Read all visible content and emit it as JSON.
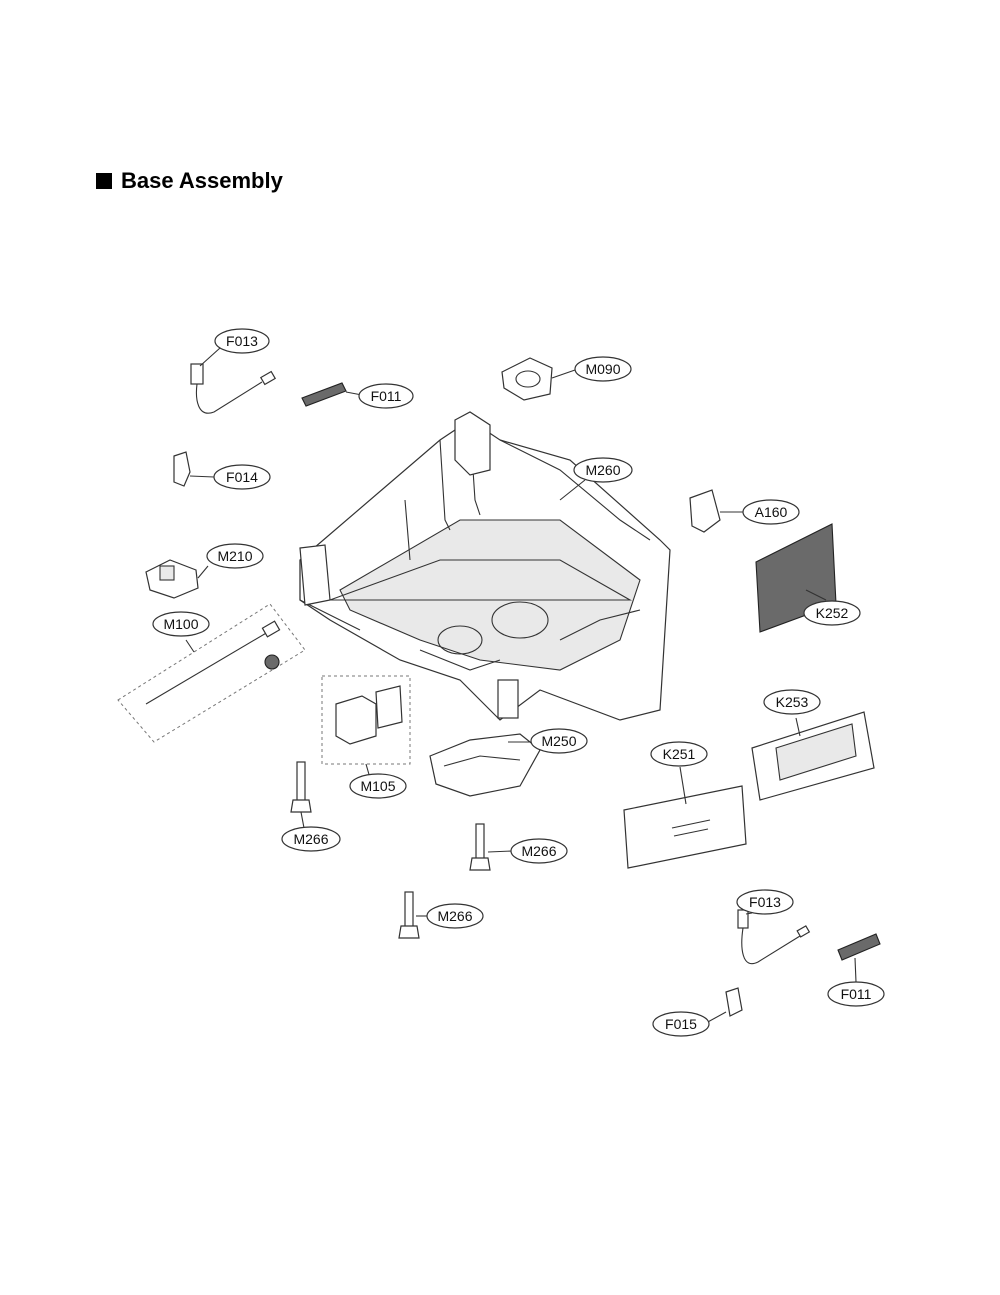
{
  "heading": {
    "title": "Base Assembly",
    "bullet_icon": "square-bullet-icon"
  },
  "callouts": [
    {
      "id": "f013-top",
      "label": "F013"
    },
    {
      "id": "f011-top",
      "label": "F011"
    },
    {
      "id": "m090",
      "label": "M090"
    },
    {
      "id": "f014",
      "label": "F014"
    },
    {
      "id": "m260",
      "label": "M260"
    },
    {
      "id": "a160",
      "label": "A160"
    },
    {
      "id": "m210",
      "label": "M210"
    },
    {
      "id": "k252",
      "label": "K252"
    },
    {
      "id": "m100",
      "label": "M100"
    },
    {
      "id": "k253",
      "label": "K253"
    },
    {
      "id": "m250",
      "label": "M250"
    },
    {
      "id": "k251",
      "label": "K251"
    },
    {
      "id": "m105",
      "label": "M105"
    },
    {
      "id": "m266-a",
      "label": "M266"
    },
    {
      "id": "m266-b",
      "label": "M266"
    },
    {
      "id": "m266-c",
      "label": "M266"
    },
    {
      "id": "f013-bottom",
      "label": "F013"
    },
    {
      "id": "f011-bottom",
      "label": "F011"
    },
    {
      "id": "f015",
      "label": "F015"
    }
  ]
}
